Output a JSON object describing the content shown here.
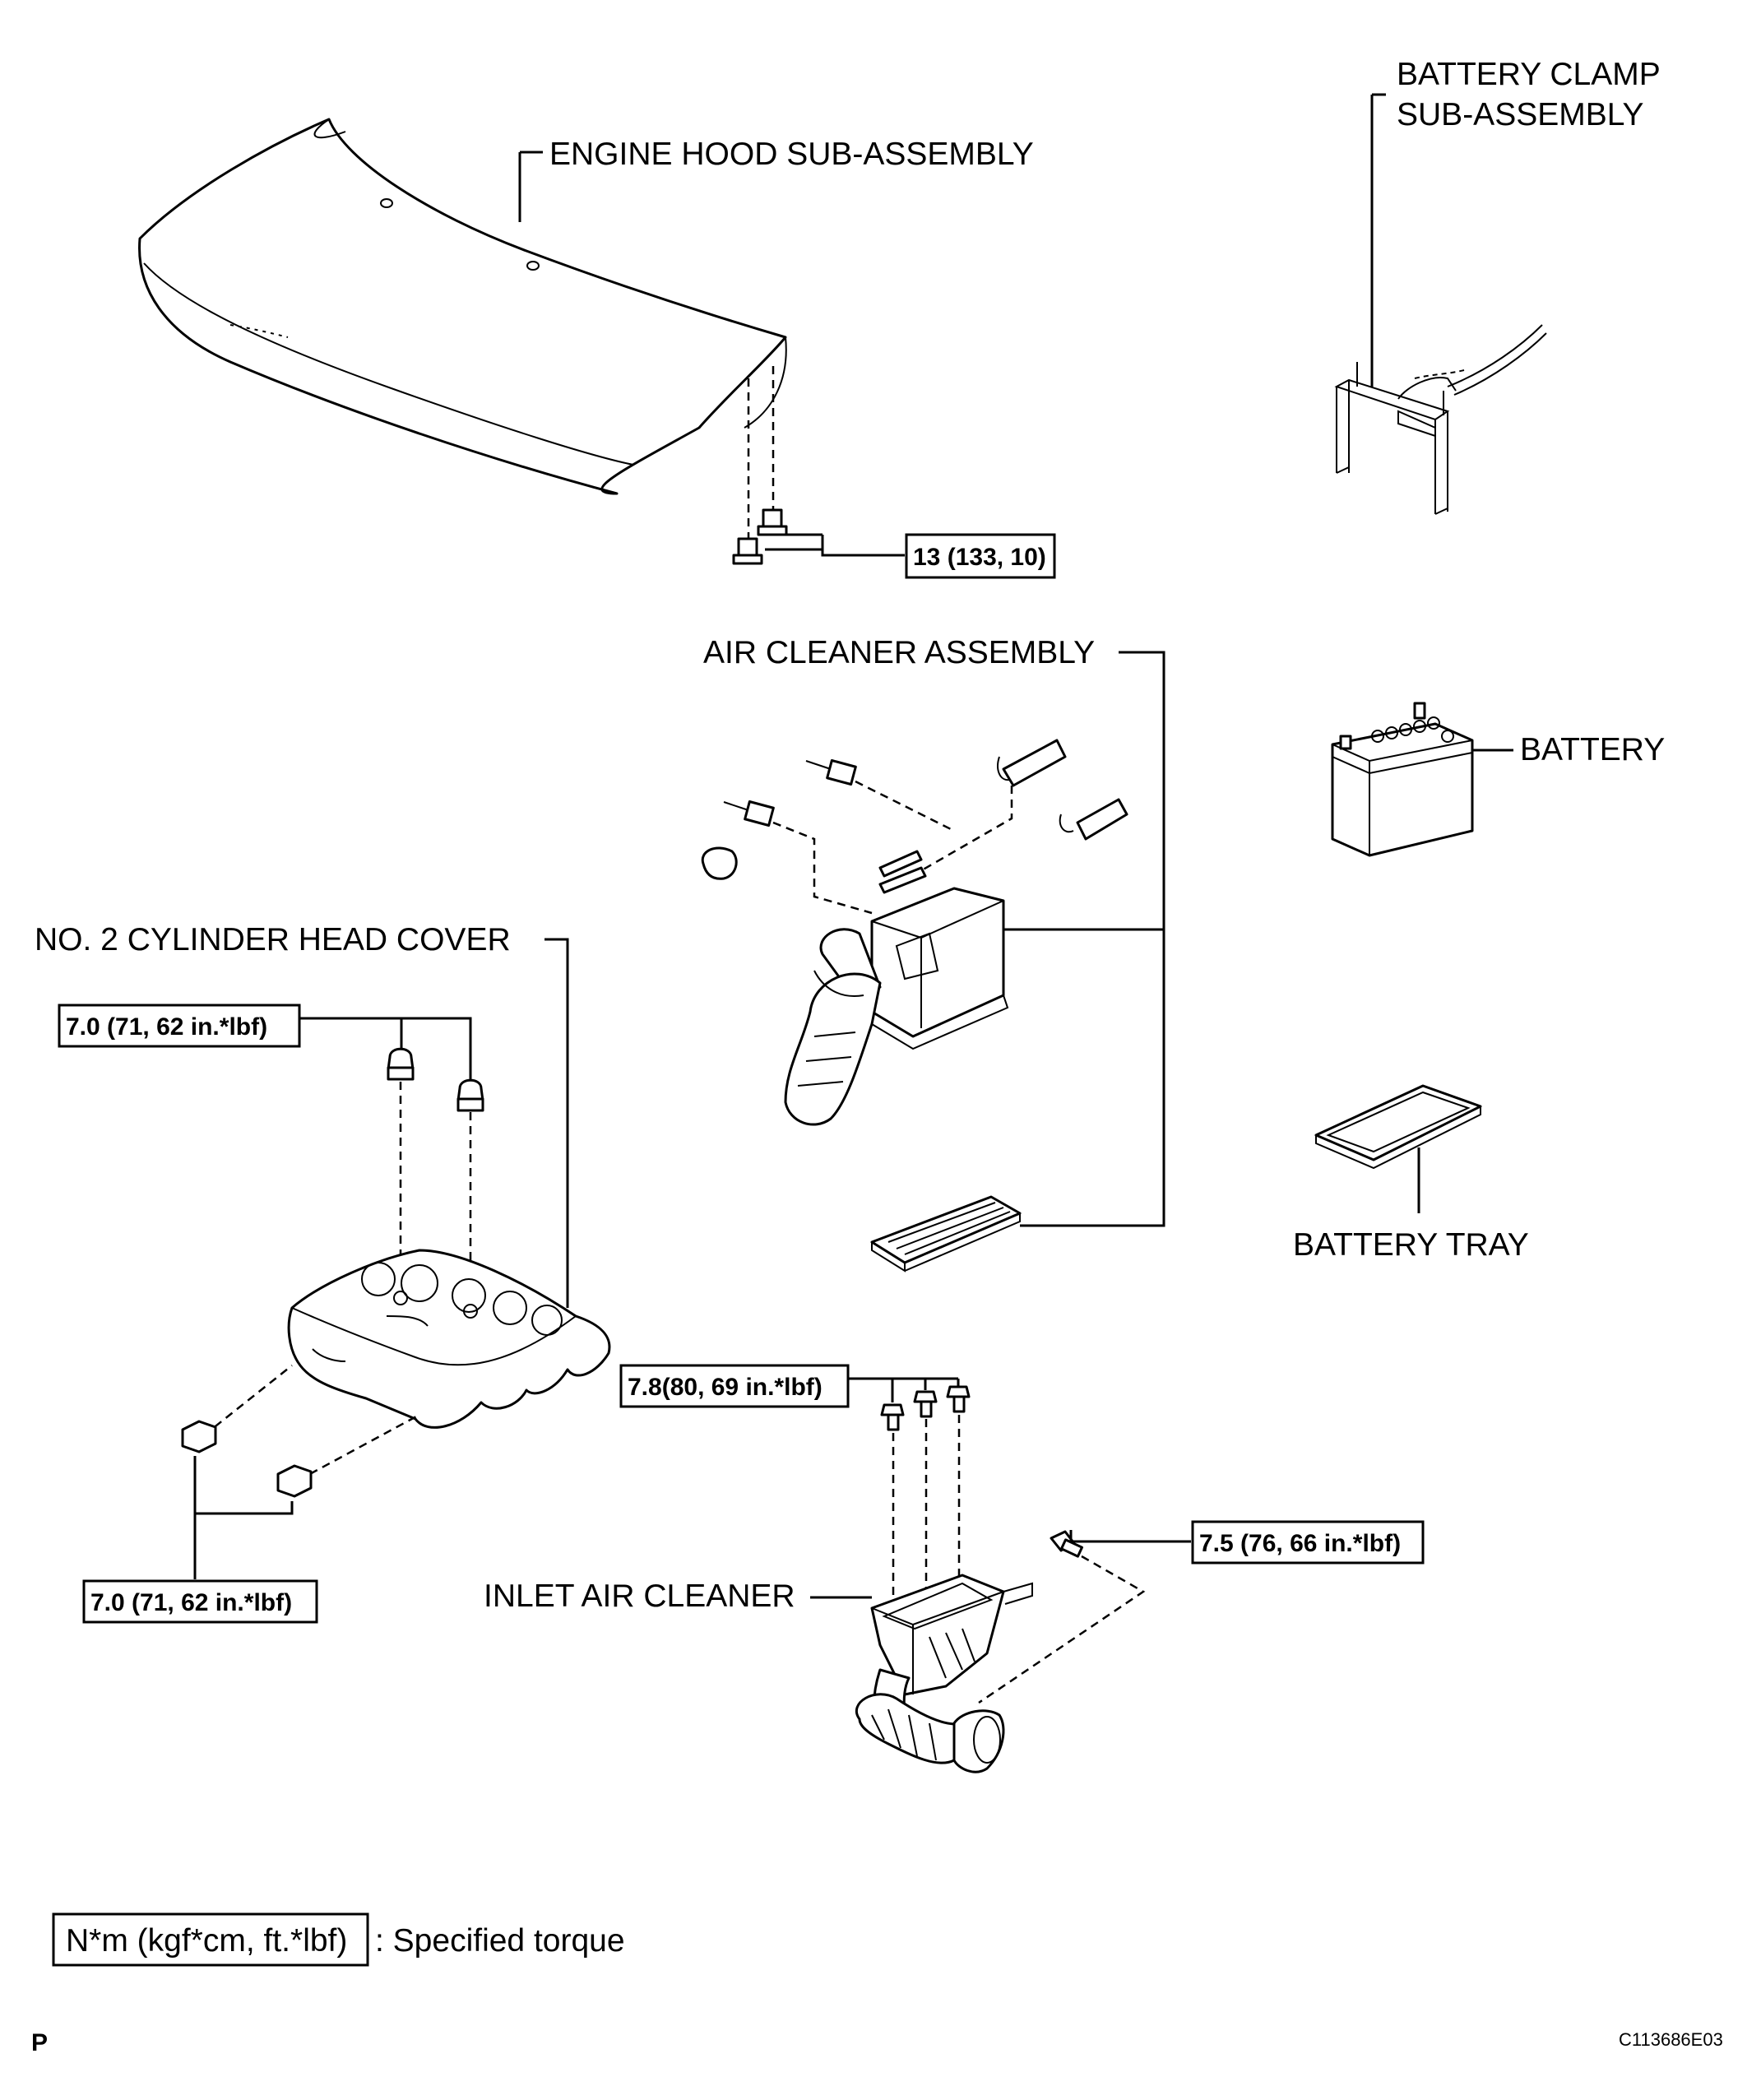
{
  "labels": {
    "engine_hood": "ENGINE HOOD SUB-ASSEMBLY",
    "battery_clamp_line1": "BATTERY CLAMP",
    "battery_clamp_line2": "SUB-ASSEMBLY",
    "air_cleaner_assembly": "AIR CLEANER ASSEMBLY",
    "battery": "BATTERY",
    "no2_cylinder_head_cover": "NO. 2 CYLINDER HEAD COVER",
    "battery_tray": "BATTERY TRAY",
    "inlet_air_cleaner": "INLET AIR CLEANER"
  },
  "torques": {
    "hood_bolts": "13 (133, 10)",
    "head_cover_nuts_top": "7.0 (71, 62 in.*lbf)",
    "head_cover_nuts_bottom": "7.0 (71, 62 in.*lbf)",
    "inlet_bolts": "7.8(80, 69 in.*lbf)",
    "inlet_side_bolt": "7.5 (76, 66 in.*lbf)"
  },
  "legend": {
    "unit_box": "N*m (kgf*cm, ft.*lbf)",
    "description": ": Specified torque"
  },
  "corner_letter": "P",
  "figure_code": "C113686E03"
}
